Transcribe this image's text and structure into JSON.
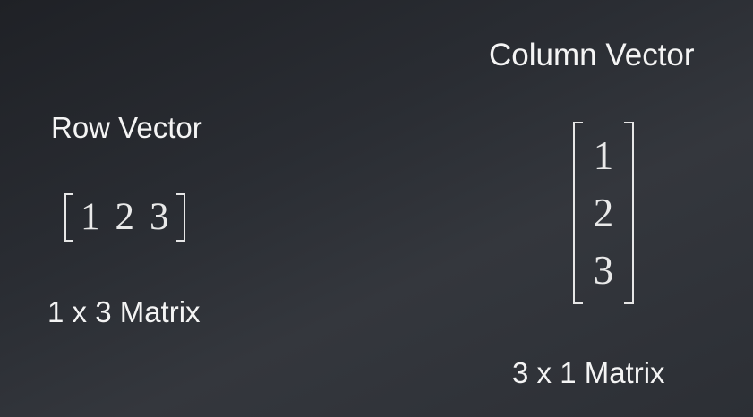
{
  "row_vector": {
    "title": "Row Vector",
    "entries": [
      "1",
      "2",
      "3"
    ],
    "size_label": "1 x 3 Matrix"
  },
  "column_vector": {
    "title": "Column Vector",
    "entries": [
      "1",
      "2",
      "3"
    ],
    "size_label": "3 x 1 Matrix"
  },
  "colors": {
    "background": "#2c2f35",
    "text": "#f4f4f4"
  }
}
